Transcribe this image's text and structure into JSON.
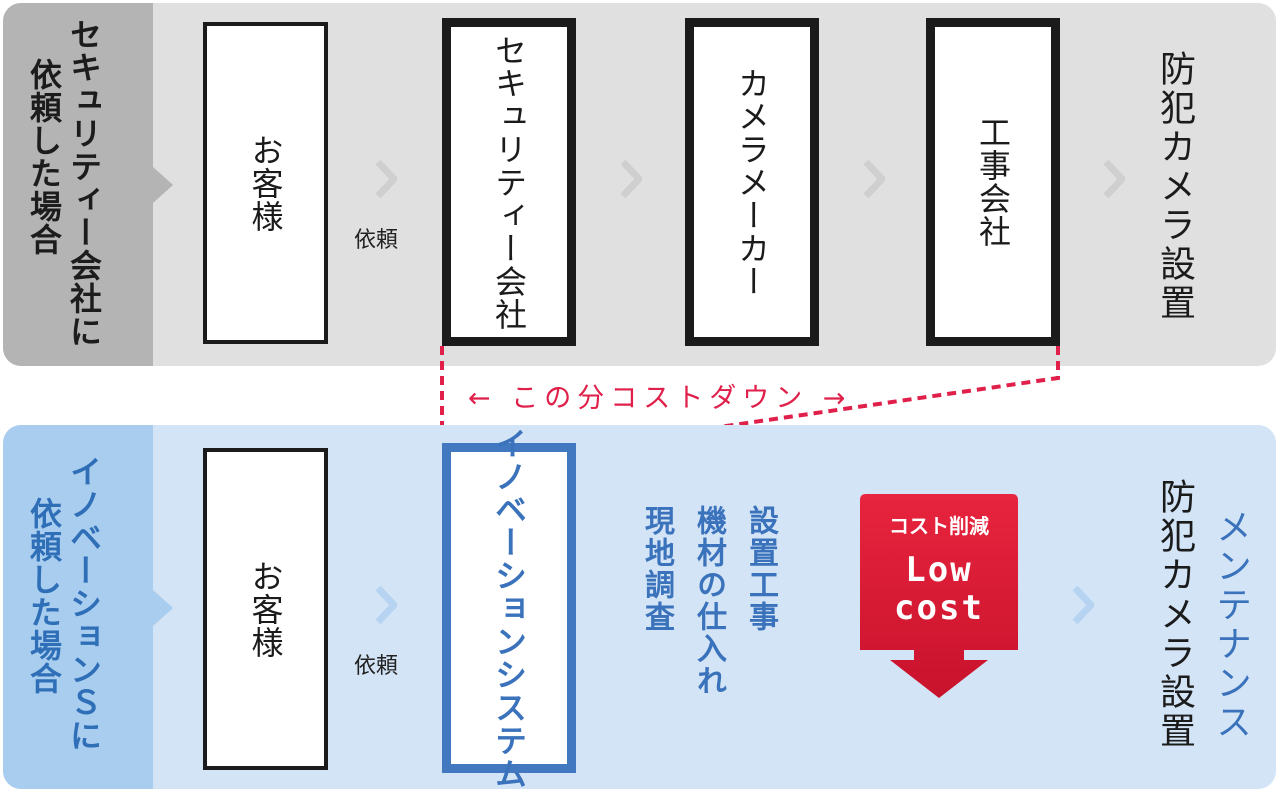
{
  "top_row": {
    "side_label_line1": "セキュリティー会社に",
    "side_label_line2": "依頼した場合",
    "customer": "お客様",
    "request": "依頼",
    "step1": "セキュリティー会社",
    "step2": "カメラメーカー",
    "step3": "工事会社",
    "result": "防犯カメラ設置"
  },
  "cost_down": "← この分コストダウン →",
  "bottom_row": {
    "side_label_line1": "イノベーションＳに",
    "side_label_line2": "依頼した場合",
    "customer": "お客様",
    "request": "依頼",
    "company": "イノベーションシステム",
    "service_1": "設置工事",
    "service_2": "機材の仕入れ",
    "service_3": "現地調査",
    "badge_title": "コスト削減",
    "badge_line1": "Low",
    "badge_line2": "cost",
    "result": "防犯カメラ設置",
    "maintenance": "メンテナンス"
  },
  "colors": {
    "top_panel": "#e0e0e0",
    "top_side": "#b4b4b4",
    "bottom_panel": "#d2e4f6",
    "bottom_side": "#a9cdef",
    "accent_blue": "#3a72bb",
    "accent_red": "#e0204a",
    "badge_red": "#d91a36"
  }
}
